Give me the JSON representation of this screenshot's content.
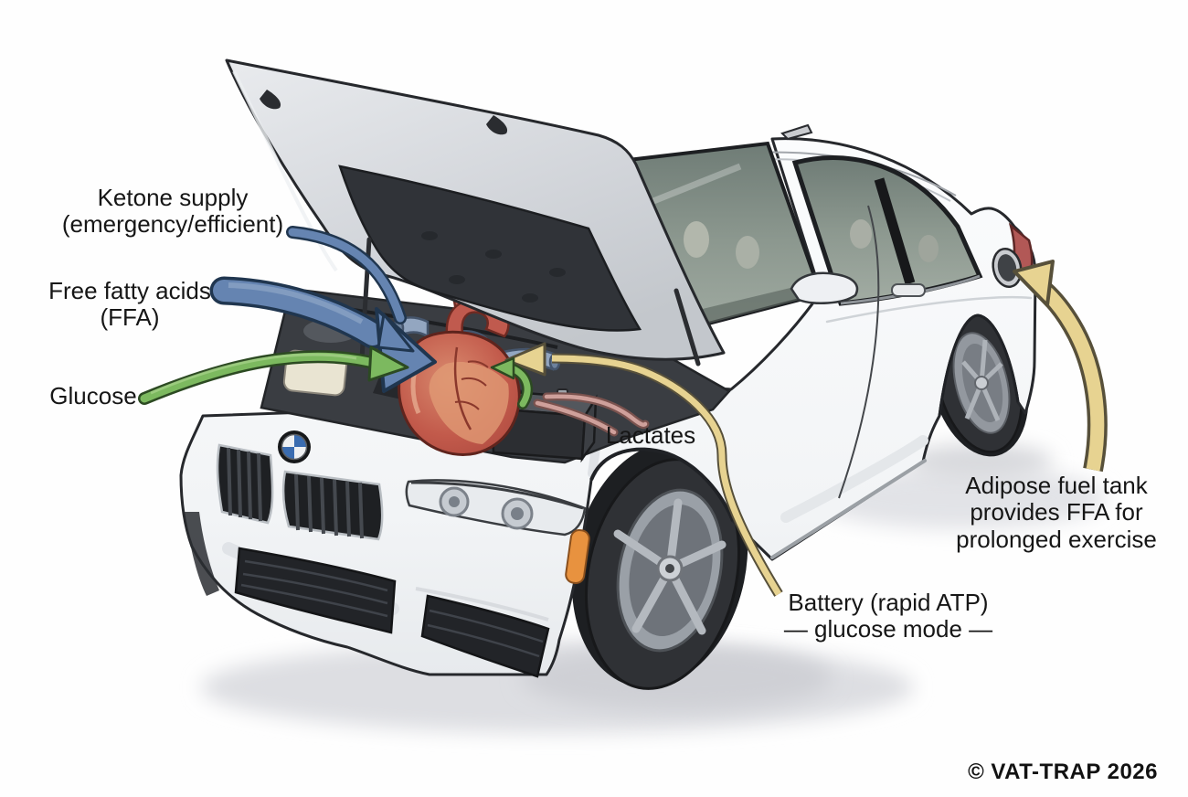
{
  "fig": {
    "type": "medical-metaphor-illustration",
    "description": "Heart depicted as the engine of a white coupe; metabolic fuels labeled as car systems",
    "labels": {
      "ketone_supply": "Ketone supply\n(emergency/efficient)",
      "free_fatty_acids": "Free fatty acids\n(FFA)",
      "glucose": "Glucose",
      "lactates": "Lactates",
      "adipose_fuel_tank": "Adipose fuel tank\nprovides FFA for\nprolonged exercise",
      "battery_glucose": "Battery (rapid ATP)\n— glucose mode —",
      "copyright": "© VAT-TRAP 2026"
    },
    "colors": {
      "ffa_blue": "#6584b1",
      "ffa_blue_dark": "#20364f",
      "glucose_green": "#7cb95f",
      "glucose_green_dark": "#2c4a22",
      "adipose_tan": "#e7d391",
      "adipose_tan_dark": "#57503a",
      "lactate_pink": "#cfa09b",
      "lactate_pink_dark": "#7a524e",
      "heart_red": "#c05a4e",
      "car_white": "#f7f8fa"
    }
  }
}
